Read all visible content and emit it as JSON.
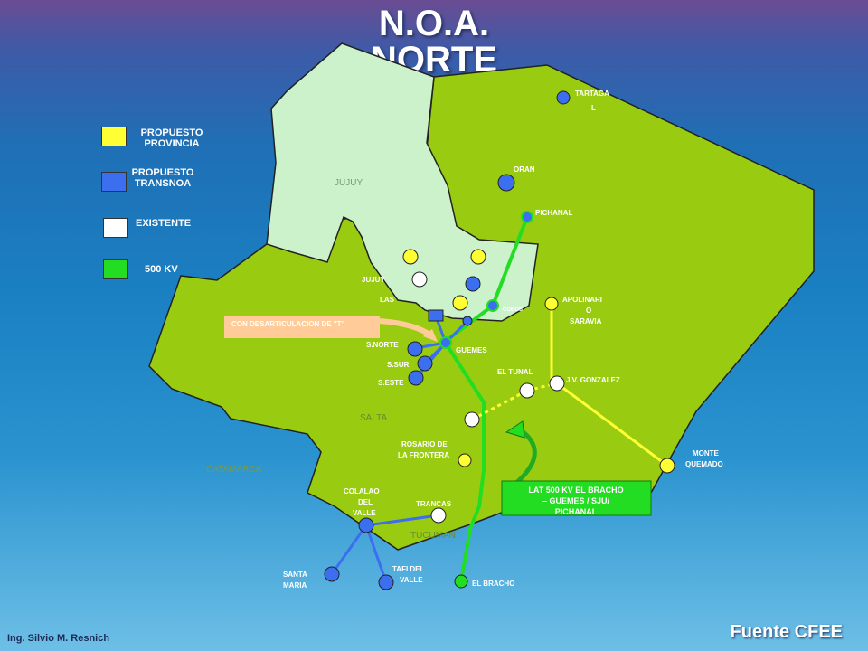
{
  "title_line1": "N.O.A.",
  "title_line2": "NORTE",
  "legend": [
    {
      "label": "PROPUESTO PROVINCIA",
      "color": "#ffff33"
    },
    {
      "label": "PROPUESTO TRANSNOA",
      "color": "#3b6ff0"
    },
    {
      "label": "EXISTENTE",
      "color": "#ffffff"
    },
    {
      "label": "500 KV",
      "color": "#22dd22"
    }
  ],
  "regions": {
    "jujuy": "JUJUY",
    "salta": "SALTA",
    "catamarca": "CATAMARCA",
    "tucuman": "TUCUMAN"
  },
  "nodes": {
    "tartagal": "TARTAGA L",
    "oran": "ORAN",
    "pichanal": "PICHANAL",
    "apolinario": "APOLINARI O SARAVIA",
    "jujuy": "JUJUY",
    "las": "LAS",
    "cobos": "COBOS",
    "snorte": "S.NORTE",
    "ssur": "S.SUR",
    "seste": "S.ESTE",
    "guemes": "GUEMES",
    "el_tunal": "EL TUNAL",
    "jv_gonzalez": "J.V. GONZALEZ",
    "monte_quemado": "MONTE QUEMADO",
    "rosario": "ROSARIO DE LA FRONTERA",
    "colalao": "COLALAO DEL VALLE",
    "trancas": "TRANCAS",
    "santa_maria": "SANTA MARIA",
    "tafi": "TAFI DEL VALLE",
    "el_bracho": "EL BRACHO"
  },
  "callouts": {
    "desarticulacion": "CON DESARTICULACION DE \"T\"",
    "lat500": "LAT 500 KV EL BRACHO – GUEMES / SJU/ PICHANAL"
  },
  "footer": {
    "author": "Ing. Silvio M. Resnich",
    "source": "Fuente CFEE"
  },
  "colors": {
    "salta_fill": "#99cc11",
    "jujuy_fill": "#ccf2cc",
    "line_500": "#22dd22",
    "line_transnoa": "#3b6ff0",
    "line_provincia": "#ffff33",
    "callout_orange": "#ffcc99",
    "callout_green": "#22dd22"
  }
}
